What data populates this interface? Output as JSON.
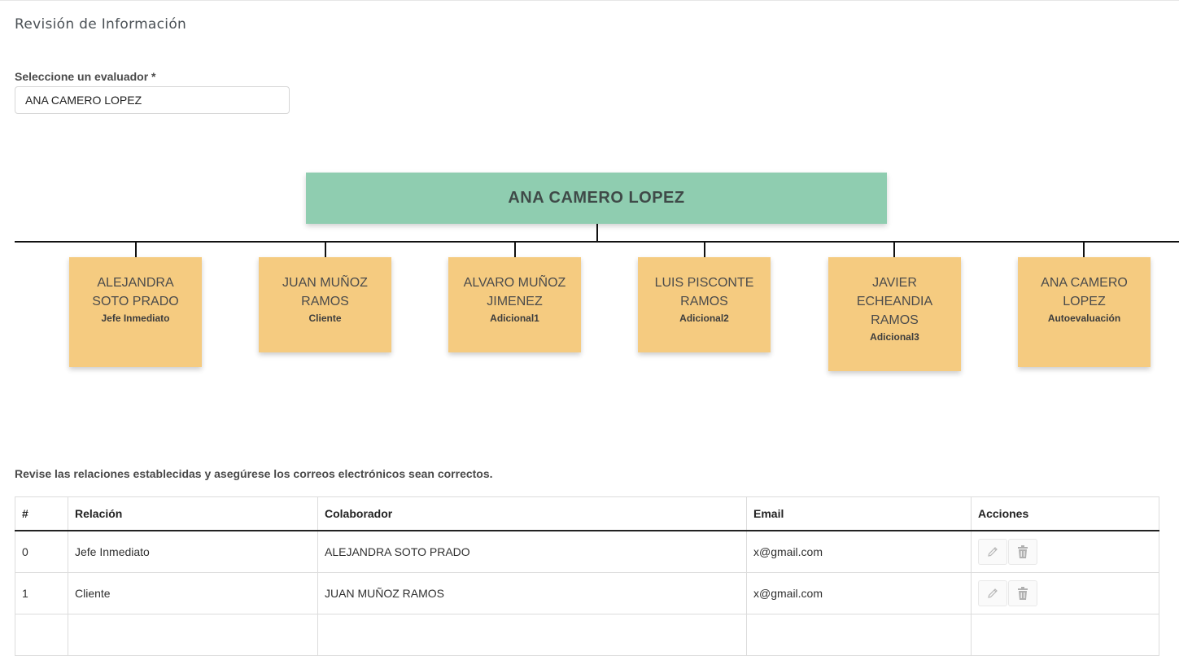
{
  "page": {
    "title": "Revisión de Información"
  },
  "evaluator": {
    "label": "Seleccione un evaluador *",
    "selected": "ANA CAMERO LOPEZ"
  },
  "org_chart": {
    "root": "ANA CAMERO LOPEZ",
    "children": [
      {
        "name": "ALEJANDRA SOTO PRADO",
        "role": "Jefe Inmediato"
      },
      {
        "name": "JUAN MUÑOZ RAMOS",
        "role": "Cliente"
      },
      {
        "name": "ALVARO MUÑOZ JIMENEZ",
        "role": "Adicional1"
      },
      {
        "name": "LUIS PISCONTE RAMOS",
        "role": "Adicional2"
      },
      {
        "name": "JAVIER ECHEANDIA RAMOS",
        "role": "Adicional3"
      },
      {
        "name": "ANA CAMERO LOPEZ",
        "role": "Autoevaluación"
      }
    ],
    "colors": {
      "root": "#8fcdb0",
      "child": "#f5cb80"
    }
  },
  "instructions": "Revise las relaciones establecidas y asegúrese los correos electrónicos sean correctos.",
  "table": {
    "headers": [
      "#",
      "Relación",
      "Colaborador",
      "Email",
      "Acciones"
    ],
    "rows": [
      {
        "index": "0",
        "relation": "Jefe Inmediato",
        "collaborator": "ALEJANDRA SOTO PRADO",
        "email": "x@gmail.com"
      },
      {
        "index": "1",
        "relation": "Cliente",
        "collaborator": "JUAN MUÑOZ RAMOS",
        "email": "x@gmail.com"
      },
      {
        "index": "",
        "relation": "",
        "collaborator": "",
        "email": ""
      }
    ],
    "icons": {
      "edit": "pencil-icon",
      "delete": "trash-icon"
    }
  }
}
